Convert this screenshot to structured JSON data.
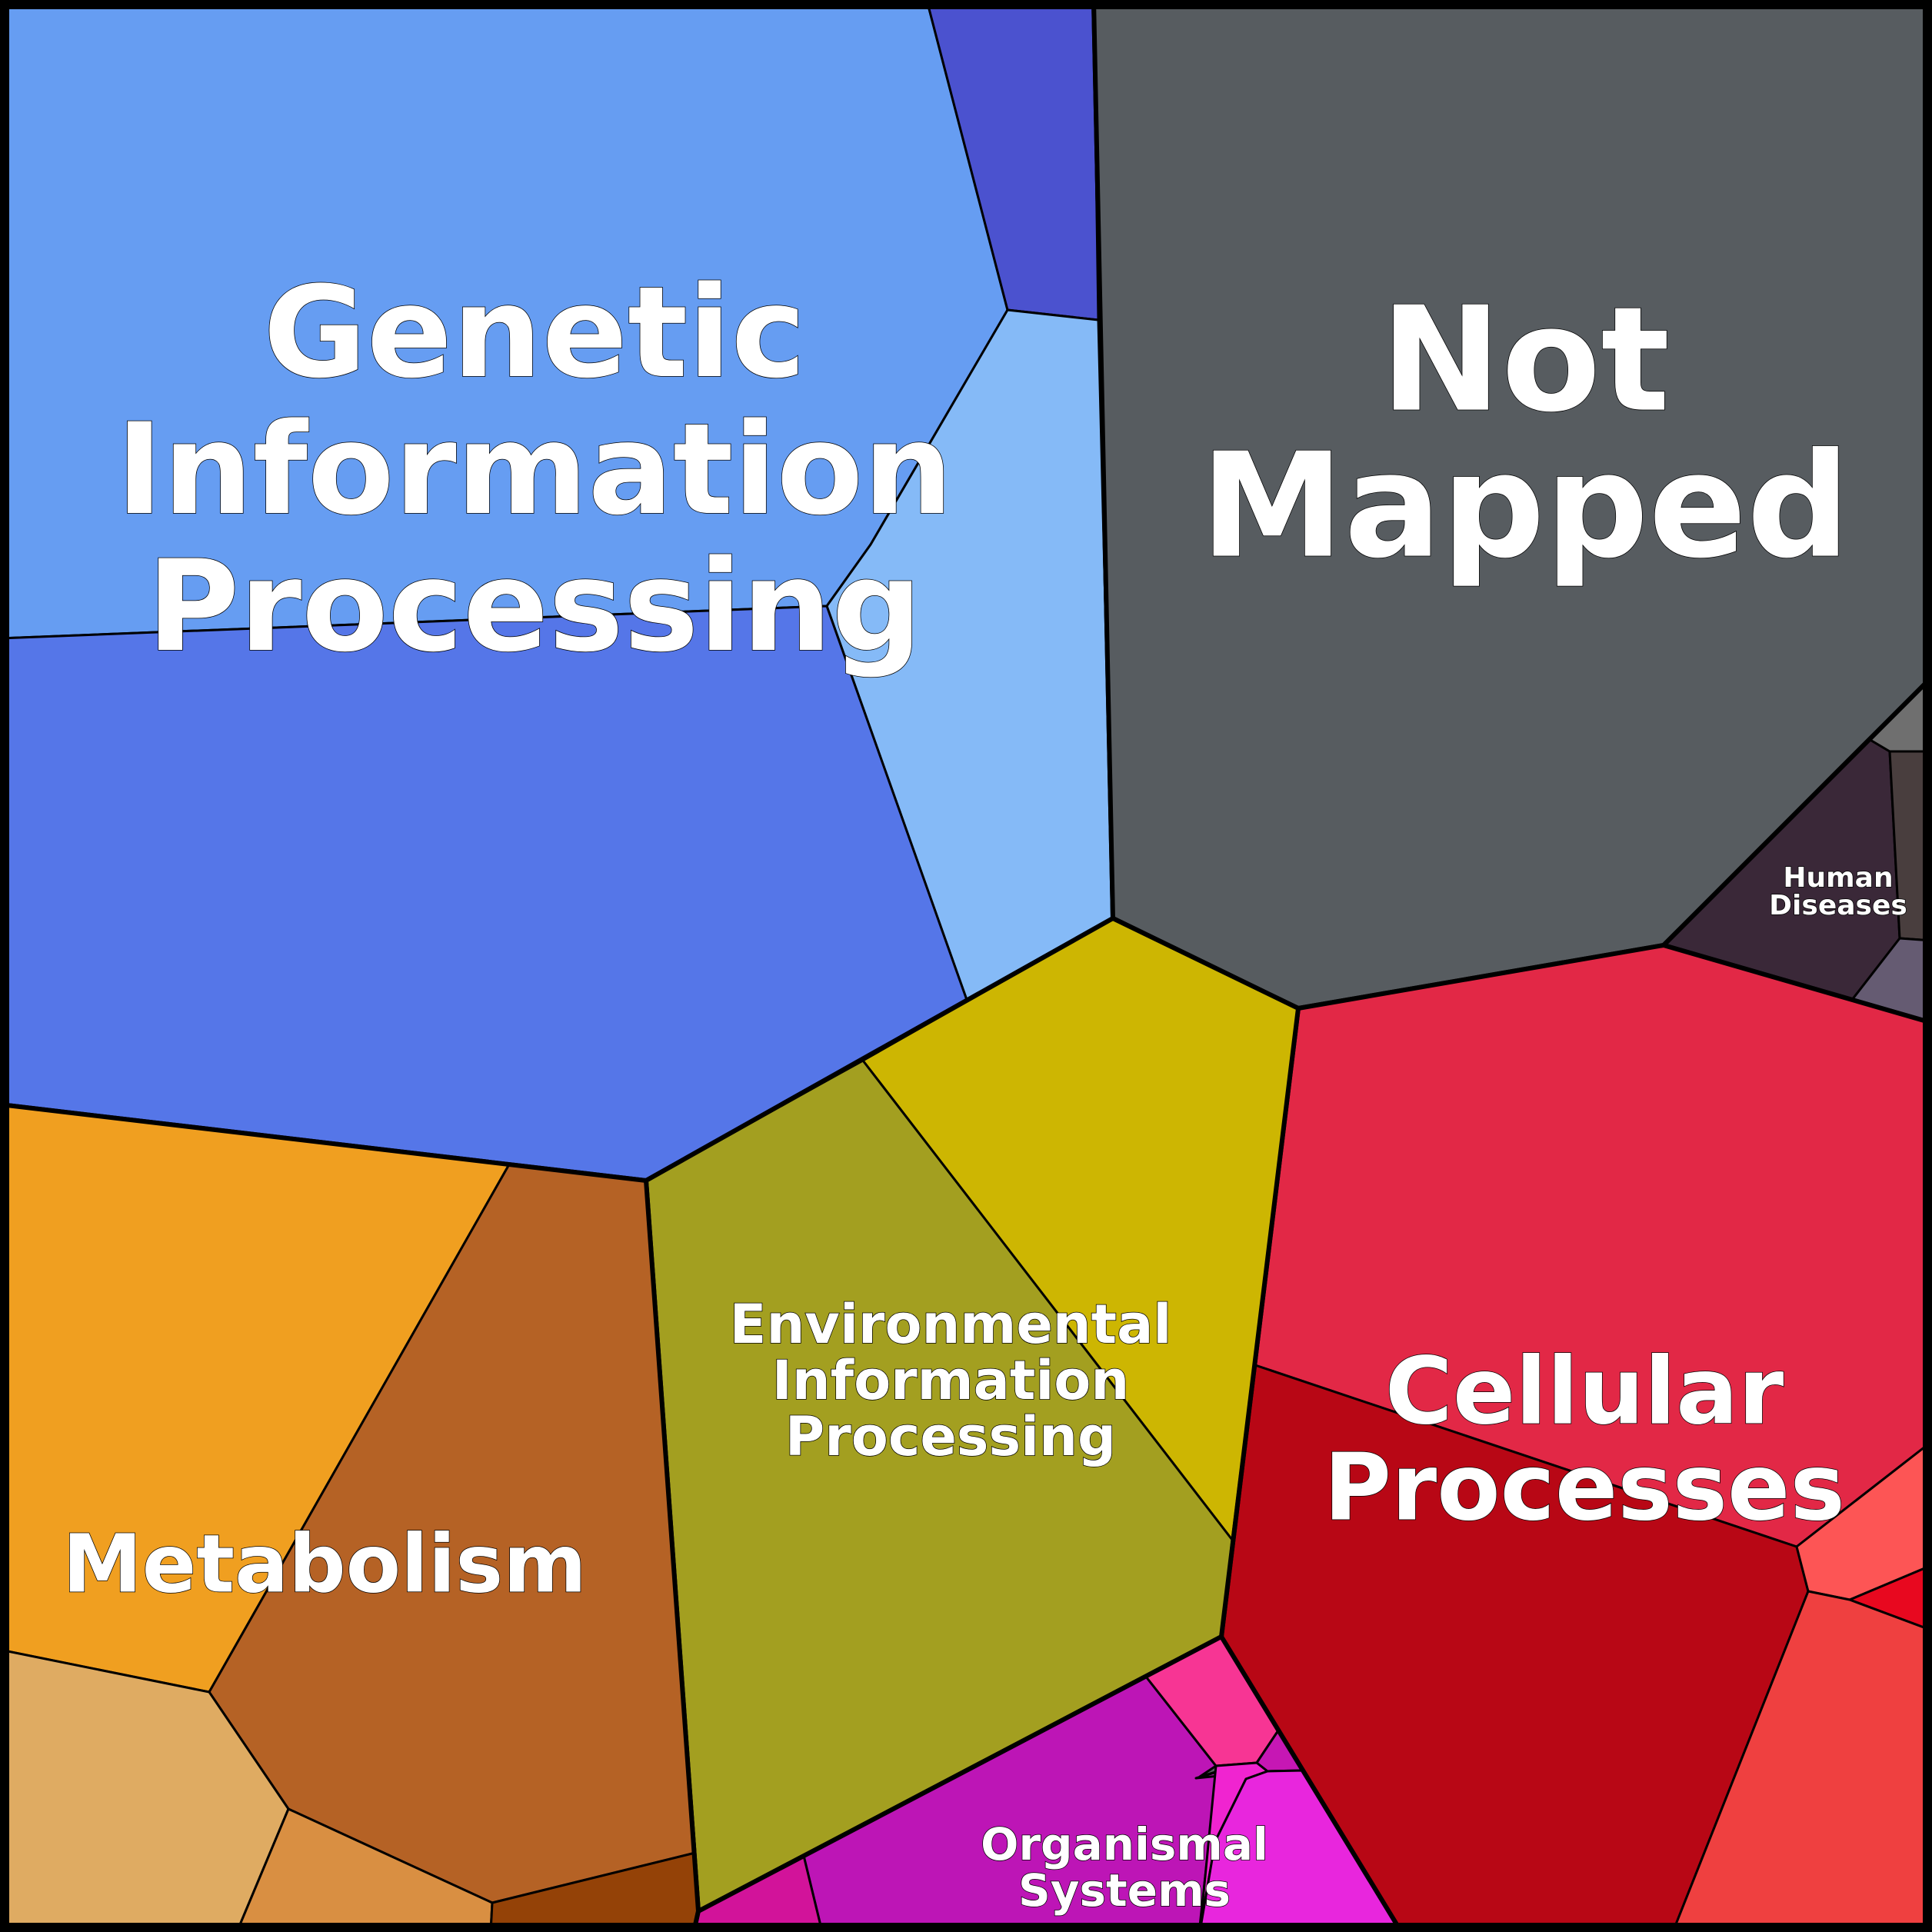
{
  "title": "",
  "groups": [
    {
      "key": "genetic",
      "label": [
        "Genetic",
        "Information",
        "Processing"
      ],
      "colors": [
        "#669df2",
        "#4b52cf",
        "#85baf7",
        "#5576e8"
      ]
    },
    {
      "key": "not_mapped",
      "label": [
        "Not",
        "Mapped"
      ],
      "colors": [
        "#575c60"
      ]
    },
    {
      "key": "human",
      "label": [
        "Human",
        "Diseases"
      ],
      "colors": [
        "#3a2838",
        "#6f6f6f",
        "#493e3e",
        "#655b72"
      ]
    },
    {
      "key": "cellular",
      "label": [
        "Cellular",
        "Processes"
      ],
      "colors": [
        "#e22846",
        "#b80715",
        "#fd5555",
        "#e8081f",
        "#ef4040"
      ]
    },
    {
      "key": "environmental",
      "label": [
        "Environmental",
        "Information",
        "Processing"
      ],
      "colors": [
        "#cdb602",
        "#a39f20"
      ]
    },
    {
      "key": "metabolism",
      "label": [
        "Metabolism"
      ],
      "colors": [
        "#f09f20",
        "#b56225",
        "#dfab62",
        "#d98f42",
        "#944207"
      ]
    },
    {
      "key": "organismal",
      "label": [
        "Organismal",
        "Systems"
      ],
      "colors": [
        "#bd15b6",
        "#f73594",
        "#d2139a",
        "#c617b4",
        "#f024d0",
        "#e826dd"
      ]
    }
  ]
}
